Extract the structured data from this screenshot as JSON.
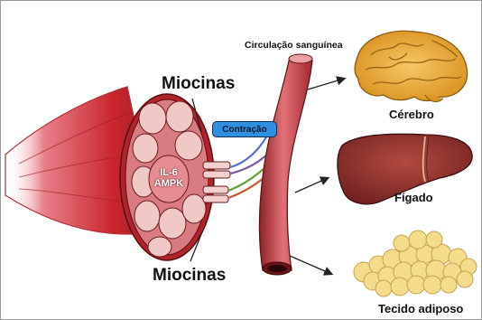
{
  "labels": {
    "circulation": "Circulação sanguínea",
    "myokines_top": "Miocinas",
    "myokines_bottom": "Miocinas",
    "contraction": "Contração",
    "il6": "IL-6",
    "ampk": "AMPK",
    "brain": "Cérebro",
    "liver": "Fígado",
    "adipose": "Tecido adiposo"
  },
  "colors": {
    "muscle": "#d9474a",
    "muscle_dark": "#9e1c22",
    "fiber": "#f0c9c6",
    "vessel": "#c94a4f",
    "brain": "#e8a62b",
    "liver": "#8b2a2a",
    "adipose": "#f3dc8c",
    "contraction_box": "#2f8fe0"
  }
}
